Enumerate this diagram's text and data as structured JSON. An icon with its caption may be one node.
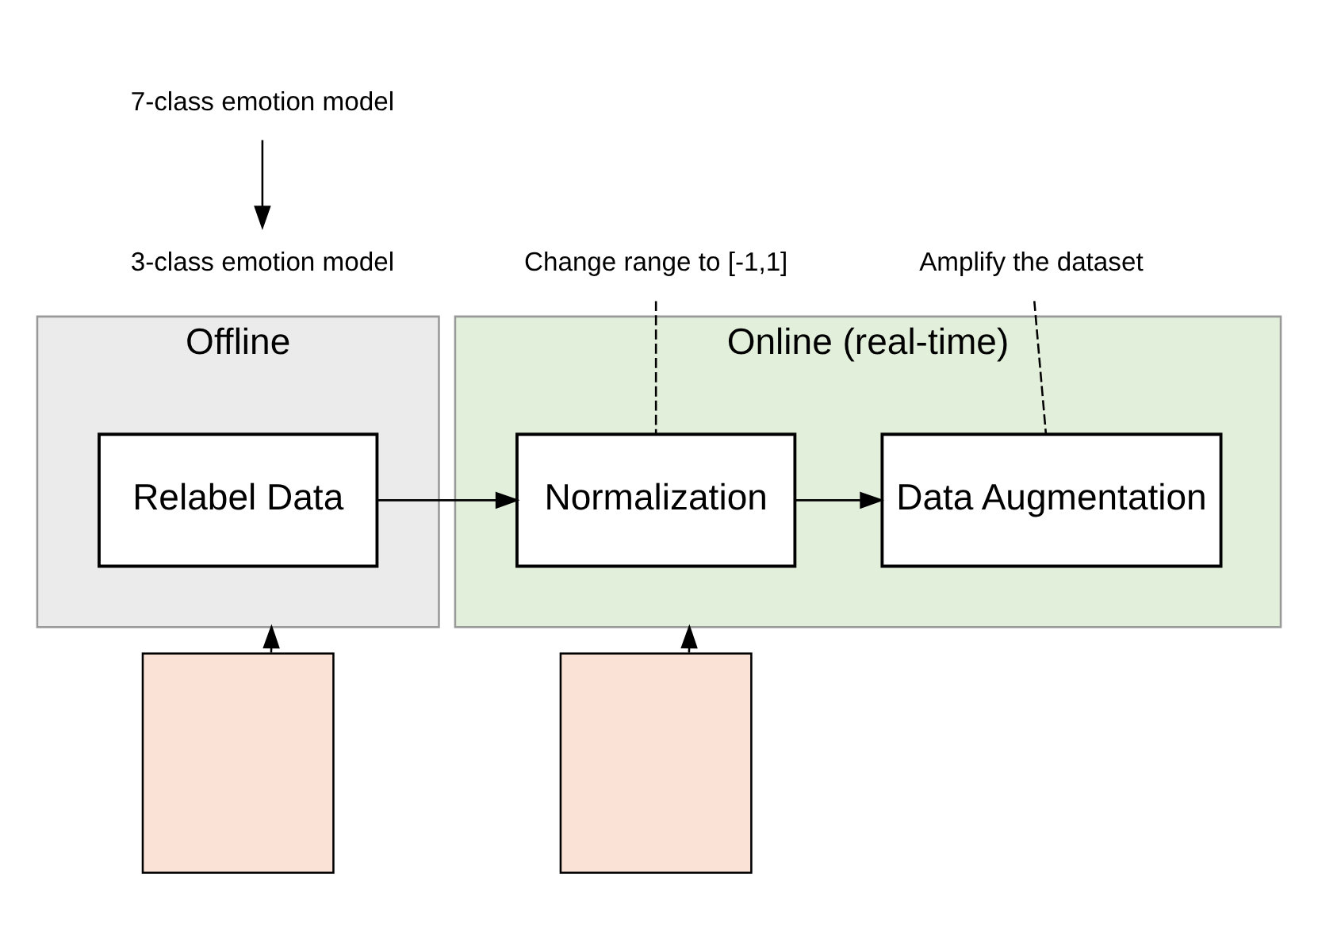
{
  "diagram": {
    "nodes": [
      {
        "text": [
          "Offline"
        ]
      },
      {
        "text": [
          "Online (real-time)"
        ]
      },
      {
        "text": [
          "Relabel Data"
        ],
        "in": 0
      },
      {
        "text": [
          "Normalization"
        ],
        "in": 1
      },
      {
        "text": [
          "Data Augmentation"
        ],
        "in": 1
      },
      {
        "text": [],
        "shape": "box"
      },
      {
        "text": [],
        "shape": "box"
      },
      {
        "text": [
          "7-class emotion model"
        ]
      },
      {
        "text": [
          "3-class emotion model"
        ]
      },
      {
        "text": [
          "Change range to [-1,1]"
        ]
      },
      {
        "text": [
          "Amplify the dataset"
        ]
      }
    ],
    "edges": [
      {
        "from": 2,
        "to": 3,
        "arrow": "to"
      },
      {
        "from": 3,
        "to": 4,
        "arrow": "to"
      },
      {
        "from": 5,
        "to": 0,
        "arrow": "to"
      },
      {
        "from": 6,
        "to": 1,
        "arrow": "to"
      },
      {
        "from": 7,
        "to": 8,
        "arrow": "to"
      },
      {
        "from": 9,
        "to": 3,
        "arrow": "none",
        "style": "dashed"
      },
      {
        "from": 10,
        "to": 4,
        "arrow": "none",
        "style": "dashed"
      }
    ]
  }
}
